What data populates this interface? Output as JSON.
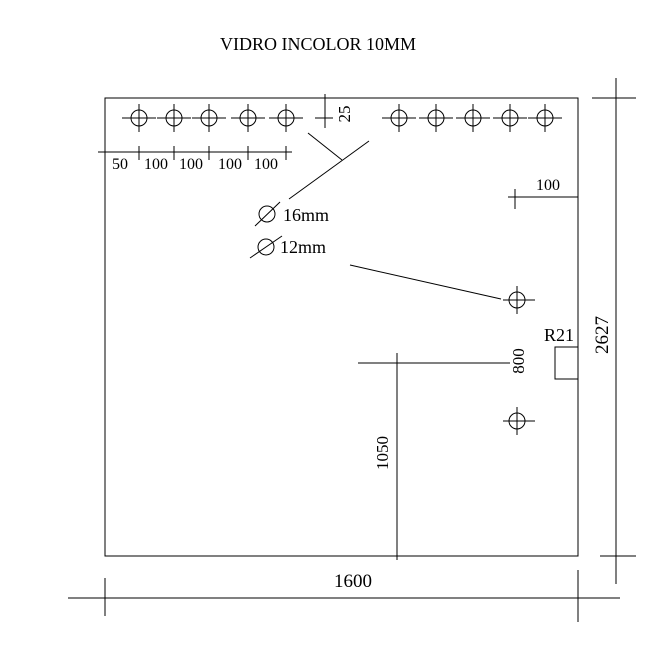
{
  "title": "VIDRO INCOLOR 10MM",
  "dimensions": {
    "width": "1600",
    "height": "2627",
    "hole_top_offset": "25",
    "spacing_first": "50",
    "spacing": [
      "100",
      "100",
      "100",
      "100"
    ],
    "side_offset": "100",
    "notch_radius": "R21",
    "handle_spacing": "800",
    "handle_height": "1050"
  },
  "holes": {
    "large_label": "16mm",
    "small_label": "12mm"
  }
}
